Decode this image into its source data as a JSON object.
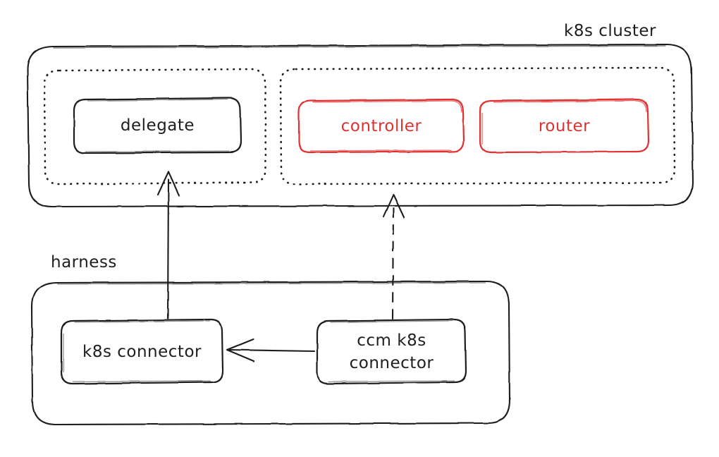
{
  "diagram": {
    "title": "k8s cluster / harness connector architecture",
    "colors": {
      "stroke": "#1e1e1e",
      "accent_red": "#e03131",
      "background": "#ffffff"
    },
    "groups": [
      {
        "id": "k8s-cluster",
        "label": "k8s cluster",
        "border": "solid",
        "label_position": "outside-top-right"
      },
      {
        "id": "delegate-zone",
        "label": "",
        "border": "dotted",
        "label_position": "none"
      },
      {
        "id": "workload-zone",
        "label": "",
        "border": "dotted",
        "label_position": "none"
      },
      {
        "id": "harness",
        "label": "harness",
        "border": "solid",
        "label_position": "outside-top-left"
      }
    ],
    "nodes": [
      {
        "id": "delegate",
        "label": "delegate",
        "color": "black",
        "group": "delegate-zone"
      },
      {
        "id": "controller",
        "label": "controller",
        "color": "red",
        "group": "workload-zone"
      },
      {
        "id": "router",
        "label": "router",
        "color": "red",
        "group": "workload-zone"
      },
      {
        "id": "k8s-connector",
        "label": "k8s connector",
        "color": "black",
        "group": "harness"
      },
      {
        "id": "ccm-k8s-connector",
        "label_line1": "ccm k8s",
        "label_line2": "connector",
        "color": "black",
        "group": "harness"
      }
    ],
    "edges": [
      {
        "id": "connector-to-delegate",
        "from": "k8s-connector",
        "to": "delegate",
        "style": "solid",
        "arrow": "up"
      },
      {
        "id": "ccm-to-workload-zone",
        "from": "ccm-k8s-connector",
        "to": "workload-zone",
        "style": "dashed",
        "arrow": "up"
      },
      {
        "id": "ccm-to-connector",
        "from": "ccm-k8s-connector",
        "to": "k8s-connector",
        "style": "solid",
        "arrow": "left"
      }
    ]
  }
}
